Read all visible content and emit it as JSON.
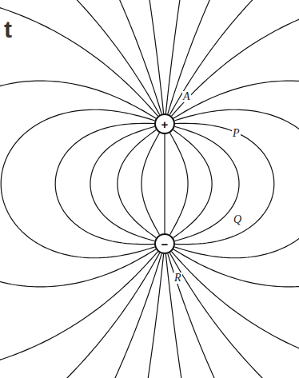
{
  "diagram": {
    "nodes": [
      {
        "text": [
          "+"
        ]
      },
      {
        "text": [
          "−"
        ]
      }
    ],
    "edges": [
      {
        "from": 0,
        "to": 1,
        "arrow": "none"
      },
      {
        "from": 0,
        "to": 1,
        "arrow": "none"
      },
      {
        "from": 0,
        "to": 1,
        "arrow": "none"
      },
      {
        "from": 0,
        "to": 1,
        "arrow": "none"
      },
      {
        "from": 0,
        "to": 1,
        "arrow": "none"
      },
      {
        "from": 0,
        "to": 1,
        "arrow": "none"
      },
      {
        "from": 0,
        "to": 1,
        "arrow": "none"
      },
      {
        "from": 0,
        "to": 1,
        "arrow": "none"
      },
      {
        "from": 0,
        "to": 1,
        "arrow": "none"
      },
      {
        "from": 0,
        "to": 1,
        "arrow": "none"
      },
      {
        "from": 0,
        "to": 1,
        "arrow": "none"
      },
      {
        "from": 0,
        "to": 1,
        "arrow": "none"
      },
      {
        "from": 0,
        "to": 1,
        "arrow": "none"
      }
    ],
    "labels": [
      "t",
      "A",
      "P",
      "Q",
      "R"
    ]
  }
}
